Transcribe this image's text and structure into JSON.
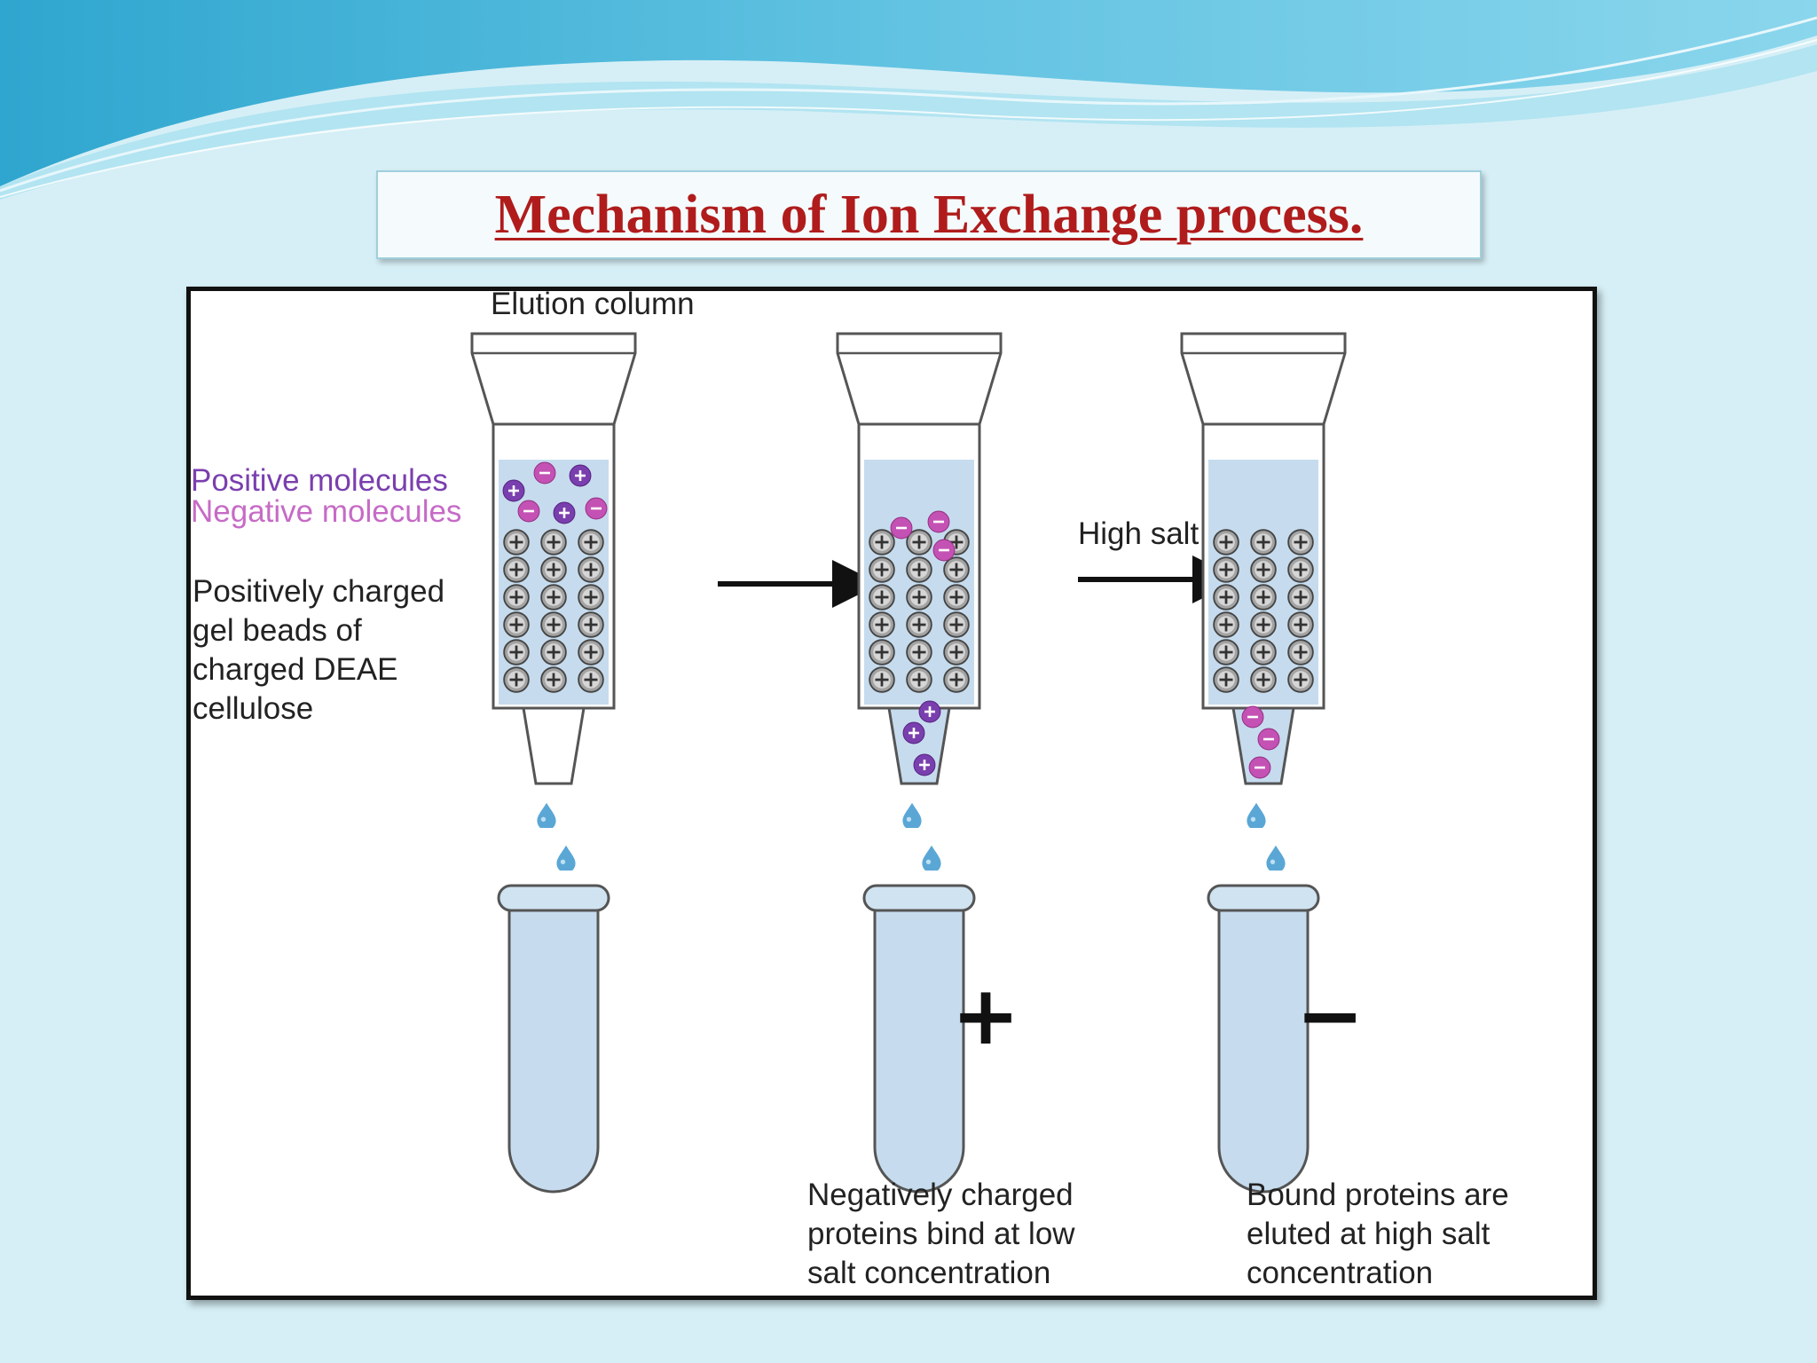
{
  "slide": {
    "title": "Mechanism of Ion Exchange process."
  },
  "diagram": {
    "column_label": "Elution column",
    "legend": {
      "positive": "Positive  molecules",
      "negative": "Negative molecules"
    },
    "beads_label": [
      "Positively charged",
      "gel beads of",
      "charged DEAE",
      "cellulose"
    ],
    "arrow2_label": "High salt",
    "caption_middle": [
      "Negatively charged",
      "proteins bind at low",
      "salt concentration"
    ],
    "caption_right": [
      "Bound proteins are",
      "eluted at high salt",
      "concentration"
    ],
    "tube_symbols": {
      "middle": "+",
      "right": "−"
    }
  },
  "colors": {
    "title": "#b01c1c",
    "liquid": "#c6dcee",
    "positive_molecule": "#7a3fae",
    "negative_molecule": "#c66bc6",
    "bead": "#9e9e9e",
    "drop": "#5aa7d6",
    "background": "#d6eff6"
  }
}
